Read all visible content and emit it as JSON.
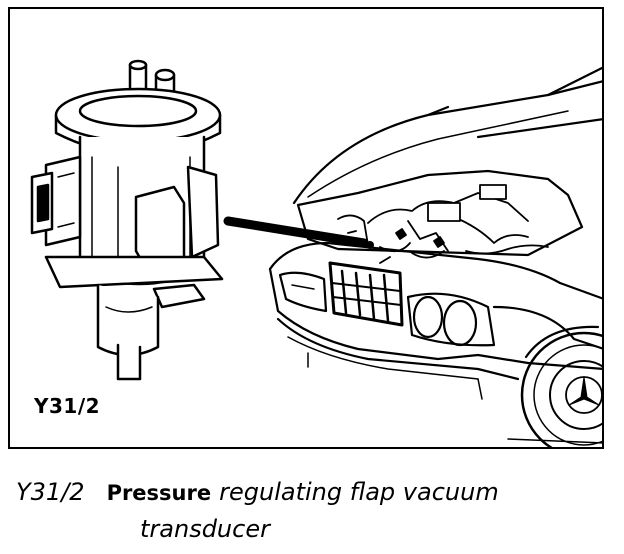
{
  "figure": {
    "part_code": "Y31/2"
  },
  "caption": {
    "code": "Y31/2",
    "word_bold": "Pressure",
    "rest_line1": "regulating flap vacuum",
    "line2": "transducer"
  },
  "colors": {
    "ink": "#000000",
    "paper": "#ffffff"
  }
}
